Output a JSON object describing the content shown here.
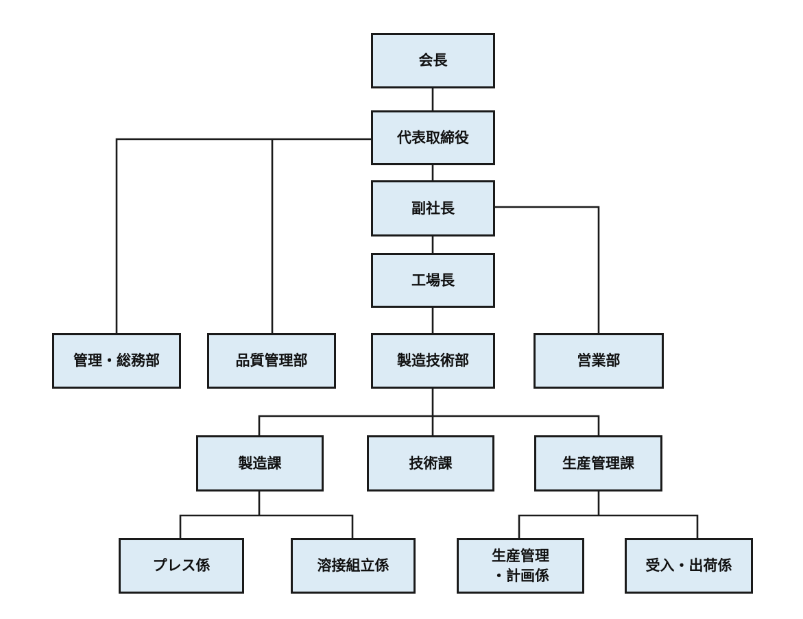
{
  "org_chart": {
    "nodes": {
      "chairman": "会長",
      "ceo": "代表取締役",
      "vice_president": "副社長",
      "plant_manager": "工場長",
      "admin_general": "管理・総務部",
      "quality_control": "品質管理部",
      "manufacturing_engineering": "製造技術部",
      "sales": "営業部",
      "manufacturing_section": "製造課",
      "engineering_section": "技術課",
      "production_control_section": "生産管理課",
      "press_unit": "プレス係",
      "welding_assembly_unit": "溶接組立係",
      "production_planning_unit_line1": "生産管理",
      "production_planning_unit_line2": "・計画係",
      "receiving_shipping_unit": "受入・出荷係"
    }
  },
  "colors": {
    "box_fill": "#dcebf5",
    "box_border": "#1a1a1a",
    "line": "#1a1a1a",
    "text": "#111111"
  }
}
